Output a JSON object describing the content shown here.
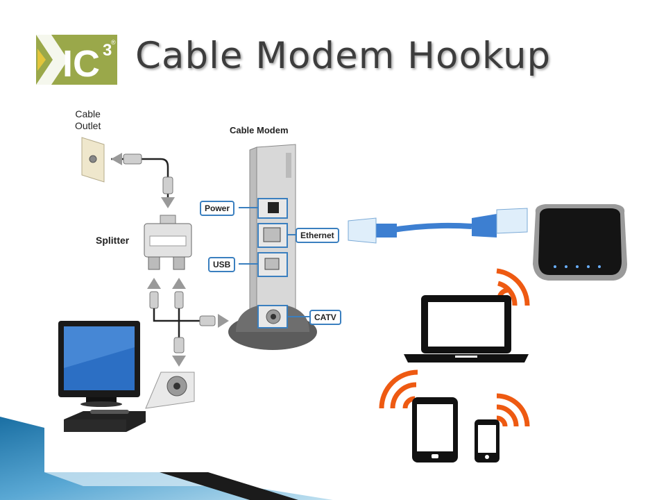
{
  "slide": {
    "title": "Cable Modem Hookup",
    "logo": {
      "text": "IC",
      "superscript": "3",
      "mark": "®"
    }
  },
  "diagram": {
    "cable_outlet_label_line1": "Cable",
    "cable_outlet_label_line2": "Outlet",
    "splitter_label": "Splitter",
    "cable_modem_label": "Cable Modem",
    "ports": {
      "power": "Power",
      "ethernet": "Ethernet",
      "usb": "USB",
      "catv": "CATV"
    }
  },
  "colors": {
    "logo_green": "#9aa84a",
    "logo_yellow": "#e3c53b",
    "callout_border": "#3a7fbf",
    "ethernet_cable": "#3d7fd1",
    "wifi_orange": "#ee5a12",
    "title_gray": "#3d3d3d"
  }
}
